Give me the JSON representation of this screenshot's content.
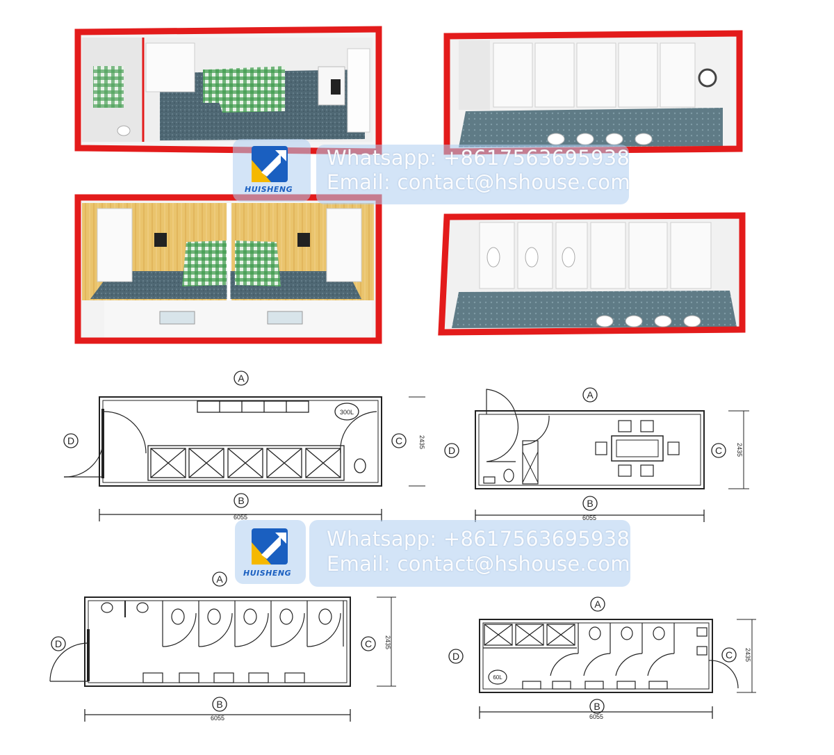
{
  "watermark": {
    "whatsapp": "Whatsapp: +8617563695938",
    "email": "Email: contact@hshouse.com",
    "brand": "HUISHENG"
  },
  "plans": {
    "p1": {
      "a": "A",
      "b": "B",
      "c": "C",
      "d": "D",
      "length": "6055",
      "width": "2435",
      "tank": "300L"
    },
    "p2": {
      "a": "A",
      "b": "B",
      "c": "C",
      "d": "D",
      "length": "6055",
      "width": "2435"
    },
    "p3": {
      "a": "A",
      "b": "B",
      "c": "C",
      "d": "D",
      "length": "6055",
      "width": "2435"
    },
    "p4": {
      "a": "A",
      "b": "B",
      "c": "C",
      "d": "D",
      "length": "6055",
      "width": "2435",
      "tank": "60L"
    }
  },
  "colors": {
    "frame": "#e31b1b",
    "floor": "#4e6673",
    "blanket": "#2f8a3e",
    "wood": "#e9c36a",
    "wall": "#f1f1f1",
    "line": "#222222",
    "logo_blue": "#1a5fc0",
    "logo_yellow": "#f5b800"
  }
}
